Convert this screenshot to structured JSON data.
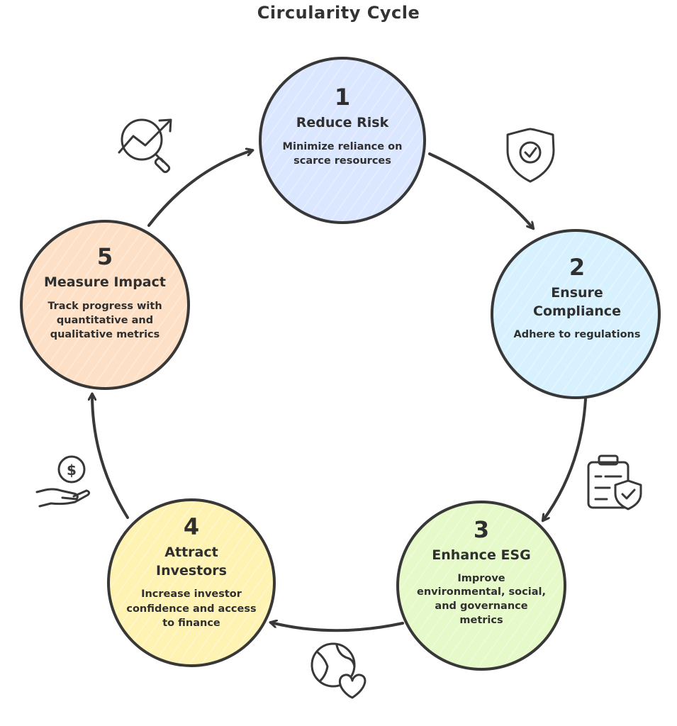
{
  "title": "Circularity Cycle",
  "colors": {
    "stroke": "#383838",
    "reduce_risk": "#dbe6ff",
    "ensure_compliance": "#d8f1ff",
    "enhance_esg": "#e6f9c8",
    "attract_investors": "#fff3b3",
    "measure_impact": "#fde0c6"
  },
  "steps": [
    {
      "number": "1",
      "heading": "Reduce Risk",
      "heading_lines": [
        "Reduce Risk"
      ],
      "description_lines": [
        "Minimize reliance on",
        "scarce resources"
      ],
      "icon": "shield-check-icon"
    },
    {
      "number": "2",
      "heading": "Ensure Compliance",
      "heading_lines": [
        "Ensure",
        "Compliance"
      ],
      "description_lines": [
        "Adhere to regulations"
      ],
      "icon": "clipboard-shield-icon"
    },
    {
      "number": "3",
      "heading": "Enhance ESG",
      "heading_lines": [
        "Enhance ESG"
      ],
      "description_lines": [
        "Improve",
        "environmental, social,",
        "and governance",
        "metrics"
      ],
      "icon": "globe-heart-icon"
    },
    {
      "number": "4",
      "heading": "Attract Investors",
      "heading_lines": [
        "Attract",
        "Investors"
      ],
      "description_lines": [
        "Increase investor",
        "confidence and access",
        "to finance"
      ],
      "icon": "hand-coin-icon"
    },
    {
      "number": "5",
      "heading": "Measure Impact",
      "heading_lines": [
        "Measure Impact"
      ],
      "description_lines": [
        "Track progress with",
        "quantitative and",
        "qualitative metrics"
      ],
      "icon": "magnifier-chart-icon"
    }
  ]
}
